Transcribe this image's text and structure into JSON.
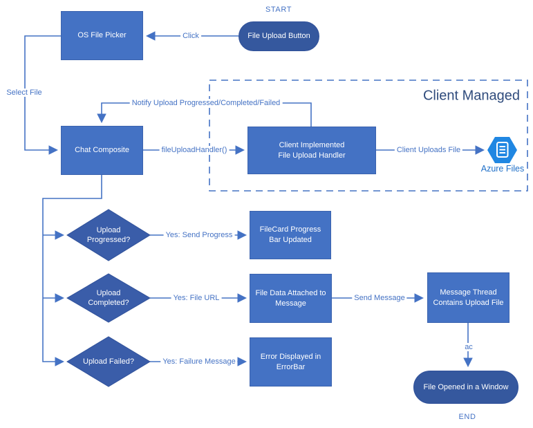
{
  "flowchart": {
    "terminals": {
      "start": "START",
      "end": "END"
    },
    "nodes": {
      "file_upload_button": "File Upload Button",
      "os_file_picker": "OS File Picker",
      "chat_composite": "Chat Composite",
      "client_upload_handler": "Client Implemented File Upload Handler",
      "filecard_progress": "FileCard Progress Bar Updated",
      "file_data_attached": "File Data Attached to Message",
      "message_thread": "Message Thread Contains Upload File",
      "error_displayed": "Error Displayed in ErrorBar",
      "file_opened": "File Opened in a Window"
    },
    "decisions": {
      "upload_progressed": "Upload Progressed?",
      "upload_completed": "Upload Completed?",
      "upload_failed": "Upload Failed?"
    },
    "edge_labels": {
      "click": "Click",
      "select_file": "Select File",
      "notify": "Notify Upload Progressed/Completed/Failed",
      "file_upload_handler_call": "fileUploadHandler()",
      "client_uploads_file": "Client Uploads File",
      "yes_send_progress": "Yes: Send Progress",
      "yes_file_url": "Yes: File URL",
      "send_message": "Send Message",
      "yes_failure_message": "Yes: Failure Message",
      "ac": "ac"
    },
    "container": {
      "title": "Client Managed"
    },
    "azure": {
      "label": "Azure Files"
    },
    "colors": {
      "process_fill": "#4472C4",
      "process_border": "#3A62AE",
      "decision_fill": "#3A5DA9",
      "terminal_fill": "#35589E",
      "connector": "#4472C4",
      "edge_label_text": "#4472C4",
      "container_title_text": "#2F4B7C",
      "azure_hexagon": "#2087E2",
      "azure_label_text": "#1E6FC8",
      "node_text": "#FFFFFF"
    }
  }
}
